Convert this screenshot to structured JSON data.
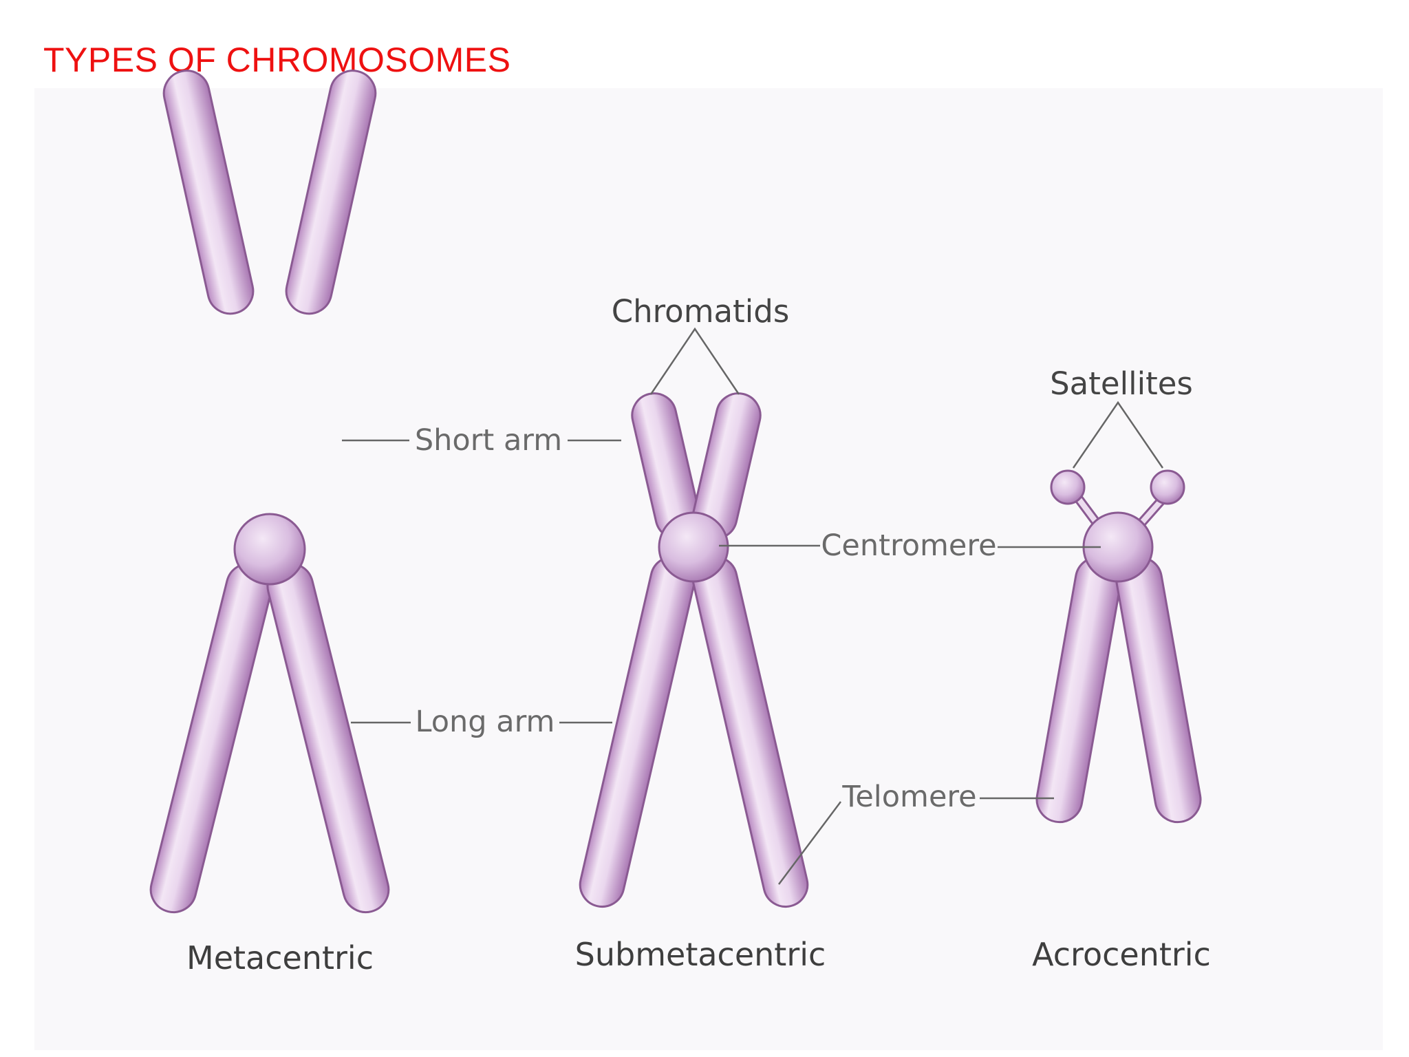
{
  "slide": {
    "title": "TYPES OF CHROMOSOMES"
  },
  "diagram": {
    "types": {
      "metacentric": "Metacentric",
      "submetacentric": "Submetacentric",
      "acrocentric": "Acrocentric"
    },
    "labels": {
      "chromatids": "Chromatids",
      "satellites": "Satellites",
      "short_arm": "Short arm",
      "long_arm": "Long arm",
      "centromere": "Centromere",
      "telomere": "Telomere"
    },
    "colors": {
      "title": "#ee1111",
      "chromosome_fill": "#e2c8e8",
      "chromosome_outline": "#8a5a92",
      "centromere_fill": "#d6b6de",
      "background": "#f9f8fa"
    }
  }
}
